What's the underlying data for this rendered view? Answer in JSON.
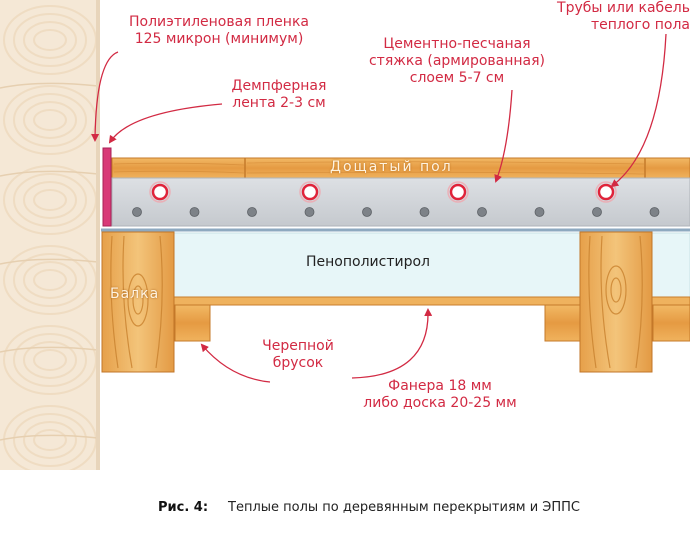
{
  "labels": {
    "film": [
      "Полиэтиленовая пленка",
      "125 микрон (минимум)"
    ],
    "damper": [
      "Демпферная",
      "лента 2-3 см"
    ],
    "screed": [
      "Цементно-песчаная",
      "стяжка (армированная)",
      "слоем 5-7 см"
    ],
    "pipes": [
      "Трубы или кабель",
      "теплого пола"
    ],
    "plank_floor": "Дощатый пол",
    "beam": "Балка",
    "eps": "Пенополистирол",
    "cranial_bar": [
      "Черепной",
      "брусок"
    ],
    "plywood": [
      "Фанера 18 мм",
      "либо доска 20-25 мм"
    ]
  },
  "caption": {
    "prefix": "Рис. 4:",
    "text": "Теплые полы по деревянным перекрытиям и ЭППС"
  },
  "colors": {
    "callout": "#d22a43",
    "wood": "#e9a54f",
    "screed": "#cfd3d8",
    "eps": "#e7f6f8",
    "film": "#d83a78"
  }
}
